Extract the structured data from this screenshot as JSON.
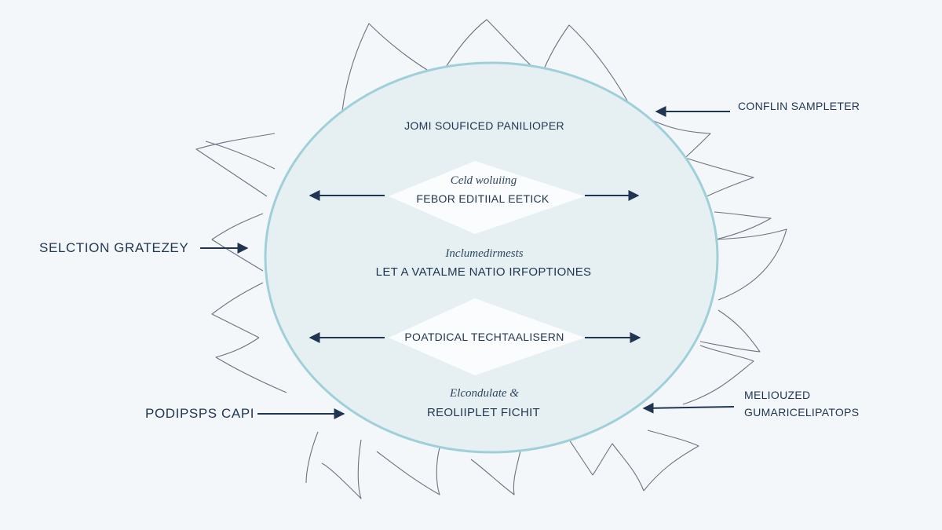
{
  "diagram": {
    "center_top": "JOMI SOUFICED PANILIOPER",
    "diamond_top": {
      "caption": "Celd woluiing",
      "label": "FEBOR EDITIIAL EETICK"
    },
    "middle": {
      "caption": "Inclumedirmests",
      "label": "LET A VATALME NATIO IRFOPTIONES"
    },
    "diamond_bottom": {
      "label": "POATDICAL TECHTAALISERN"
    },
    "center_bottom": {
      "caption": "Elcondulate &",
      "label": "REOLIIPLET FICHIT"
    },
    "callouts": {
      "top_right": "CONFLIN SAMPLETER",
      "left": "SELCTION GRATEZEY",
      "bottom_left": "PODIPSPS CAPI",
      "bottom_right_1": "MELIOUZED",
      "bottom_right_2": "GUMARICELIPATOPS"
    }
  },
  "colors": {
    "background": "#f3f7f9",
    "circle_fill": "#e6f0f2",
    "circle_stroke": "#9fd0da",
    "arrow": "#1f3552",
    "petal_stroke": "#6b7280"
  }
}
